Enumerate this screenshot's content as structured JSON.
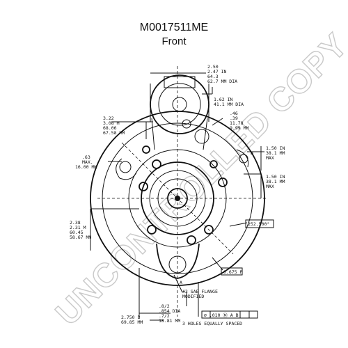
{
  "header": {
    "part_number": "M0017511ME",
    "view": "Front"
  },
  "watermark": "UNCONTROLLED COPY",
  "dimensions": {
    "top_dia": [
      "2.50",
      "2.47 IN",
      "64.3",
      "62.7 MM DIA"
    ],
    "mid_right": [
      "1.62 IN",
      "41.1 MM DIA"
    ],
    "small_right": [
      ".46",
      ".39",
      "11.78",
      "9.99 MM"
    ],
    "left_upper": [
      "3.22",
      "3.08 M",
      "68.06",
      "67.58 MM"
    ],
    "left_max": [
      ".63",
      "MAX.",
      "16.00 MM"
    ],
    "right_150a": [
      "1.50 IN",
      "38.1 MM",
      "MAX"
    ],
    "right_150b": [
      "1.50 IN",
      "38.1 MM",
      "MAX"
    ],
    "left_lower": [
      "2.38",
      "2.31 M",
      "60.45",
      "58.67 MM"
    ],
    "angle_box": "252.500°",
    "small_box": "0.675 P",
    "flange_note": [
      "#3 SAE FLANGE",
      "MODIFIED"
    ],
    "bottom_left": [
      "2.750 B",
      "69.85 MM"
    ],
    "bottom_mid": [
      ".8/2",
      ".854 DIA",
      ".7/2",
      "18.81 MM"
    ],
    "tolerance": "⌀ .010 Ⓜ A B",
    "holes_note": "3 HOLES EQUALLY SPACED",
    "datum_a": "A",
    "datum_b": "B"
  }
}
